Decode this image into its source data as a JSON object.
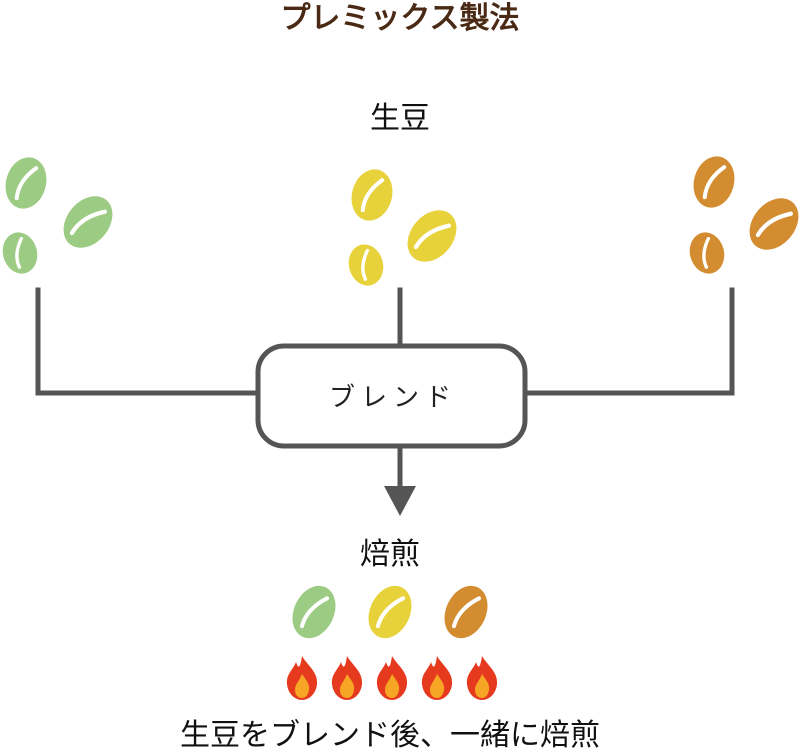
{
  "title": "プレミックス製法",
  "labels": {
    "green_beans": "生豆",
    "blend": "ブレンド",
    "roast": "焙煎",
    "caption": "生豆をブレンド後、一緒に焙煎"
  },
  "colors": {
    "title": "#4a2a14",
    "line": "#555555",
    "bean_green": "#9ccb84",
    "bean_yellow": "#e8d23c",
    "bean_orange": "#d38c30",
    "flame_outer": "#e63a1e",
    "flame_inner": "#f7a524"
  },
  "icons": {
    "bean": "coffee-bean-icon",
    "flame": "flame-icon",
    "arrow": "arrow-down-icon"
  }
}
